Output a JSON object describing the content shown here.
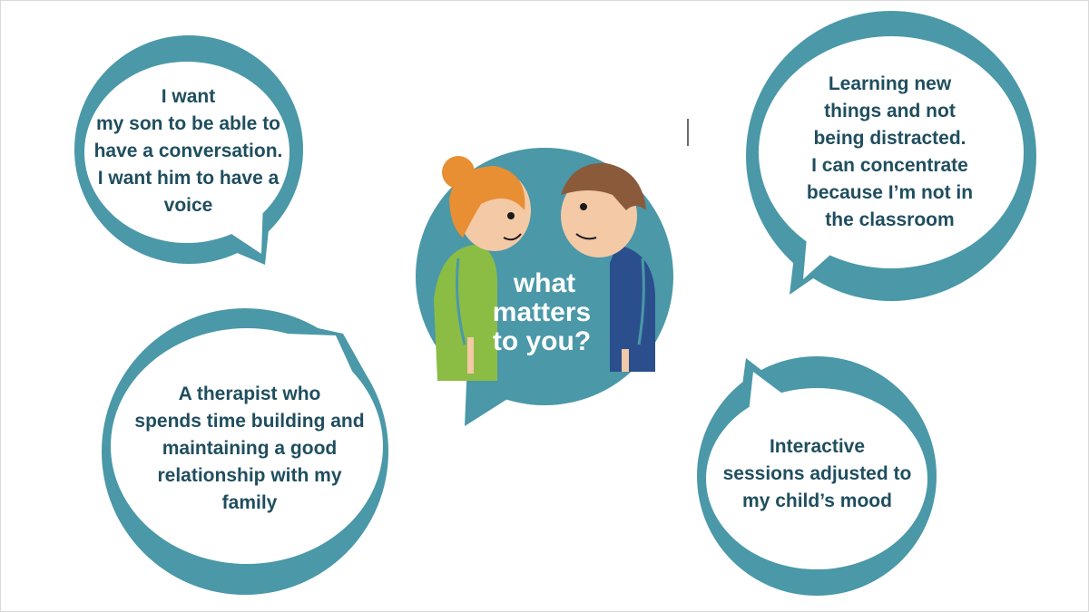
{
  "center_logo": {
    "lines": [
      "what",
      "matters",
      "to you?"
    ]
  },
  "bubbles": {
    "top_left": "I want\nmy son to be able to\nhave a conversation.\nI want him to have a\nvoice",
    "top_right": "Learning new\nthings and not\nbeing distracted.\nI can concentrate\nbecause I’m not in\nthe classroom",
    "bottom_left": "A therapist who\nspends time building and\nmaintaining a good\nrelationship with my\nfamily",
    "bottom_right": "Interactive\nsessions adjusted to\nmy child’s mood"
  },
  "colors": {
    "bubble_ring": "#4a98a8",
    "text": "#1f4e5f",
    "logo_text": "#ffffff"
  }
}
